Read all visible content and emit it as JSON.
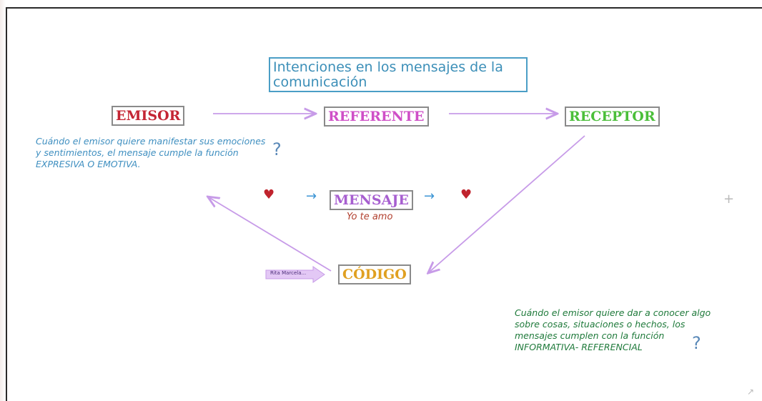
{
  "title": "Intenciones en los mensajes de la comunicación",
  "nodes": {
    "emisor": "EMISOR",
    "referente": "REFERENTE",
    "receptor": "RECEPTOR",
    "mensaje": "MENSAJE",
    "codigo": "CÓDIGO"
  },
  "message_example": "Yo te amo",
  "notes": {
    "expresiva": "Cuándo el emisor quiere manifestar sus emociones y sentimientos, el mensaje cumple la función EXPRESIVA O EMOTIVA.",
    "informativa": "Cuándo el emisor quiere dar a conocer algo sobre cosas, situaciones o hechos, los mensajes cumplen con la función INFORMATIVA- REFERENCIAL"
  },
  "question_mark": "?",
  "heart_glyph": "♥",
  "arrow_glyph": "→",
  "author_label": "Rita Marcela...",
  "plus_glyph": "+",
  "corner_glyph": "↗",
  "colors": {
    "emisor": "#c42534",
    "referente": "#cf4fc7",
    "receptor": "#4bbf3a",
    "mensaje": "#a75fd0",
    "codigo": "#e0a021",
    "title_border": "#4b9ec6",
    "connector": "#c79be8"
  }
}
